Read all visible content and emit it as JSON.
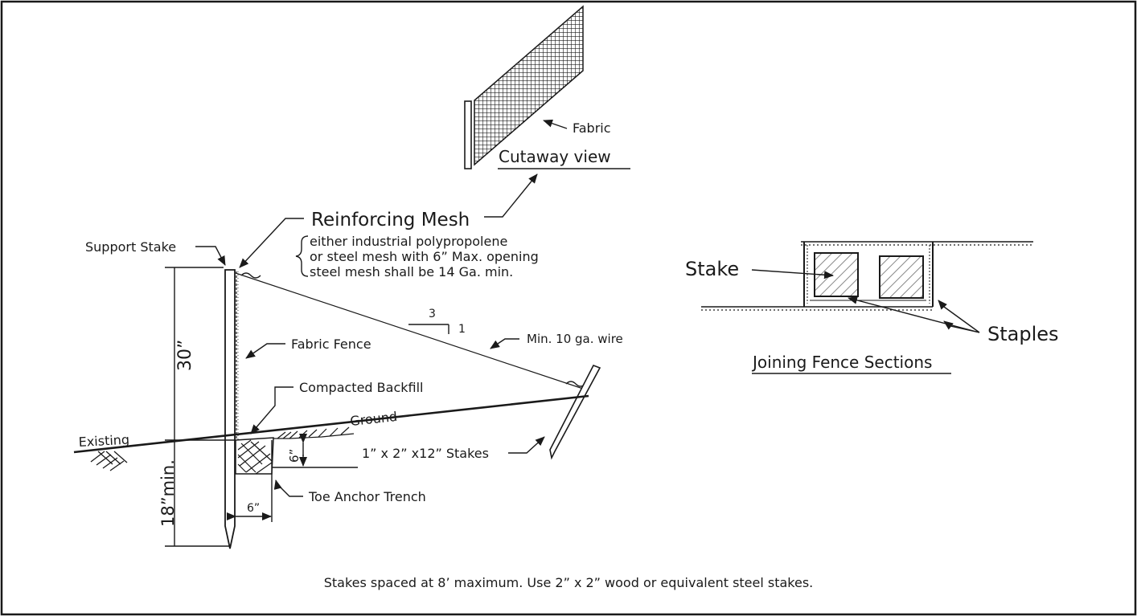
{
  "labels": {
    "fabric": "Fabric",
    "cutaway_view": "Cutaway view",
    "reinforcing_mesh": "Reinforcing Mesh",
    "mesh_note_1": "either industrial polypropolene",
    "mesh_note_2": "or steel mesh with 6” Max. opening",
    "mesh_note_3": "steel mesh shall be 14 Ga. min.",
    "support_stake": "Support Stake",
    "dim_30": "30”",
    "fabric_fence": "Fabric Fence",
    "slope_run": "3",
    "slope_rise": "1",
    "min_wire": "Min. 10 ga. wire",
    "compacted_backfill": "Compacted Backfill",
    "ground": "Ground",
    "existing": "Existing",
    "dim_6_vertical": "6”",
    "stakes_1x2": "1” x 2” x12” Stakes",
    "toe_anchor_trench": "Toe Anchor Trench",
    "dim_18_min": "18”min.",
    "dim_6_horizontal": "6”",
    "stake": "Stake",
    "staples": "Staples",
    "joining_fence_sections": "Joining Fence Sections",
    "footnote": "Stakes spaced at 8’ maximum. Use 2” x 2” wood or equivalent steel stakes."
  }
}
